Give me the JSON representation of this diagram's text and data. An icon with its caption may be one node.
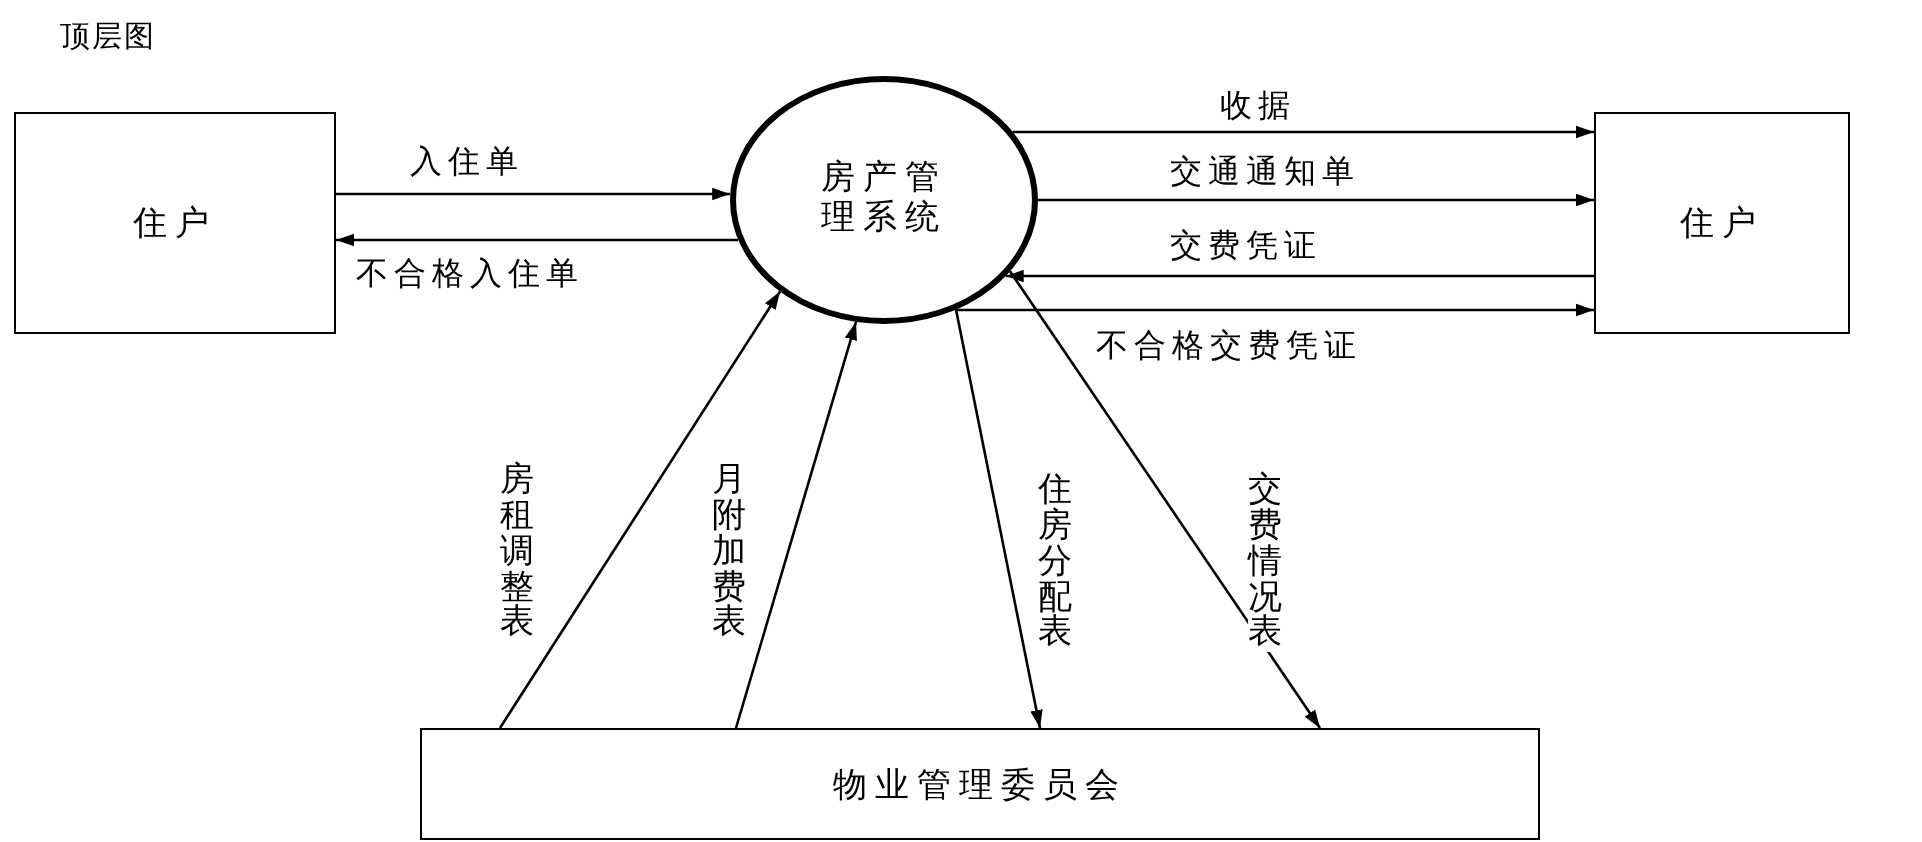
{
  "diagram": {
    "title": "顶层图",
    "nodes": [
      {
        "text": [
          "住户"
        ]
      },
      {
        "text": [
          "房产管理系统"
        ]
      },
      {
        "text": [
          "住户"
        ]
      },
      {
        "text": [
          "物业管理委员会"
        ]
      }
    ],
    "edges": [
      {
        "from": 0,
        "to": 1,
        "arrow": "to",
        "label": "入住单"
      },
      {
        "from": 1,
        "to": 0,
        "arrow": "to",
        "label": "不合格入住单"
      },
      {
        "from": 1,
        "to": 2,
        "arrow": "to",
        "label": "收据"
      },
      {
        "from": 1,
        "to": 2,
        "arrow": "to",
        "label": "交通通知单"
      },
      {
        "from": 2,
        "to": 1,
        "arrow": "to",
        "label": "交费凭证"
      },
      {
        "from": 1,
        "to": 2,
        "arrow": "to",
        "label": "不合格交费凭证"
      },
      {
        "from": 3,
        "to": 1,
        "arrow": "to",
        "label": "房租调整表"
      },
      {
        "from": 3,
        "to": 1,
        "arrow": "to",
        "label": "月附加费表"
      },
      {
        "from": 1,
        "to": 3,
        "arrow": "to",
        "label": "住房分配表"
      },
      {
        "from": 1,
        "to": 3,
        "arrow": "to",
        "label": "交费情况表"
      }
    ]
  }
}
